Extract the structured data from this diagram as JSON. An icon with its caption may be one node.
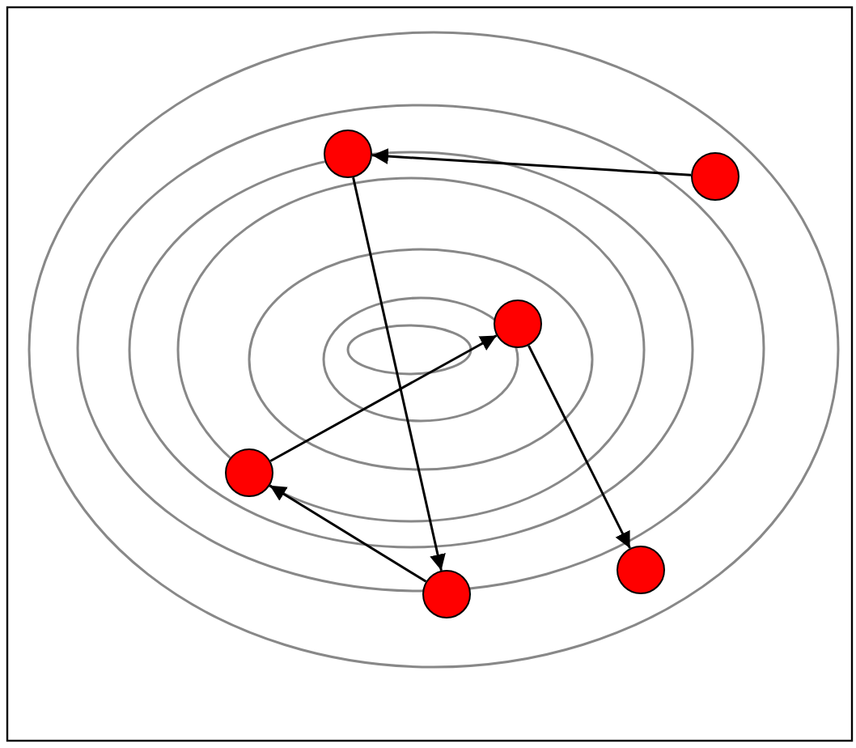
{
  "diagram": {
    "nodes": [
      {
        "text": [],
        "shape": "circle"
      },
      {
        "text": [],
        "shape": "circle"
      },
      {
        "text": [],
        "shape": "circle"
      },
      {
        "text": [],
        "shape": "circle"
      },
      {
        "text": [],
        "shape": "circle"
      },
      {
        "text": [],
        "shape": "circle"
      }
    ],
    "edges": [
      {
        "from": 5,
        "to": 1,
        "arrow": "to"
      },
      {
        "from": 1,
        "to": 2,
        "arrow": "to"
      },
      {
        "from": 2,
        "to": 0,
        "arrow": "to"
      },
      {
        "from": 0,
        "to": 3,
        "arrow": "to"
      },
      {
        "from": 3,
        "to": 4,
        "arrow": "to"
      }
    ]
  }
}
